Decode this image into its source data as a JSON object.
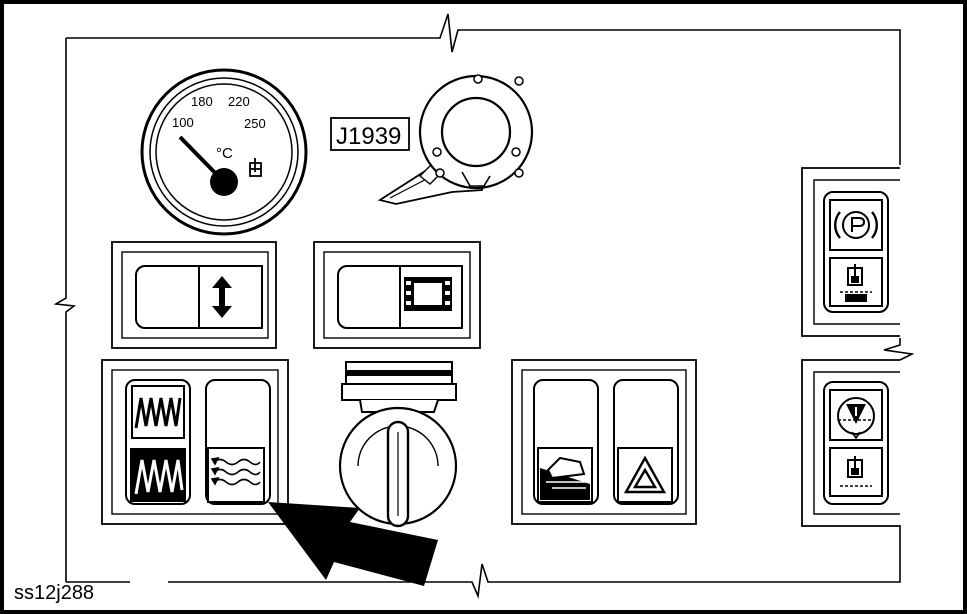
{
  "gauge": {
    "ticks": [
      "100",
      "180",
      "220",
      "250"
    ],
    "unit": "°C"
  },
  "connector": {
    "label": "J1939"
  },
  "figure": {
    "id": "ss12j288"
  },
  "icons": {
    "upper_left_switch": "up-down-arrow-icon",
    "upper_middle_switch": "conveyor-icon",
    "heater_1": "heater-coil-icon",
    "heater_2": "heater-coil-icon",
    "heat_waves": "heat-waves-icon",
    "tilt": "vehicle-tilt-icon",
    "hazard": "hazard-triangle-icon",
    "parking_brake": "parking-brake-icon",
    "ace_a": "ace-icon",
    "warning_b": "warning-drop-icon",
    "ace_b": "ace-icon"
  },
  "colors": {
    "ink": "#000000",
    "paper": "#ffffff"
  }
}
